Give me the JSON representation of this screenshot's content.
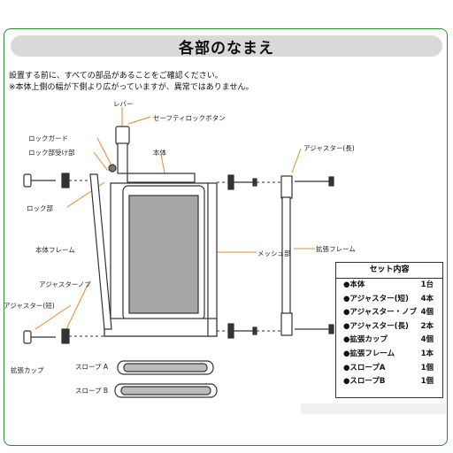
{
  "title": "各部のなまえ",
  "intro": [
    "設置する前に、すべての部品があることをご確認ください。",
    "※本体上側の幅が下側より広がっていますが、異常ではありません。"
  ],
  "labels": {
    "lever": "レバー",
    "safety_lock_button": "セーフティロックボタン",
    "lock_guard": "ロックガード",
    "lock_receiver": "ロック部受け部",
    "body": "本体",
    "adjuster_long": "アジャスター(長)",
    "lock_part": "ロック部",
    "body_frame": "本体フレーム",
    "extension_frame": "拡張フレーム",
    "mesh": "メッシュ部",
    "adjuster_knob": "アジャスターノブ",
    "adjuster_short": "アジャスター(短)",
    "extension_cup": "拡張カップ",
    "slope_a": "スロープ A",
    "slope_b": "スロープ B"
  },
  "set_contents": {
    "heading": "セット内容",
    "items": [
      {
        "name": "●本体",
        "qty": "1台"
      },
      {
        "name": "●アジャスター(短)",
        "qty": "4本"
      },
      {
        "name": "●アジャスター・ノブ",
        "qty": "4個"
      },
      {
        "name": "●アジャスター(長)",
        "qty": "2本"
      },
      {
        "name": "●拡張カップ",
        "qty": "4個"
      },
      {
        "name": "●拡張フレーム",
        "qty": "1本"
      },
      {
        "name": "●スロープA",
        "qty": "1個"
      },
      {
        "name": "●スロープB",
        "qty": "1個"
      }
    ]
  },
  "colors": {
    "frame_border": "#2f8a3a",
    "title_bg": "#d9d9d9",
    "mesh": "#a7a7a7",
    "leader_line": "#e8882a"
  }
}
